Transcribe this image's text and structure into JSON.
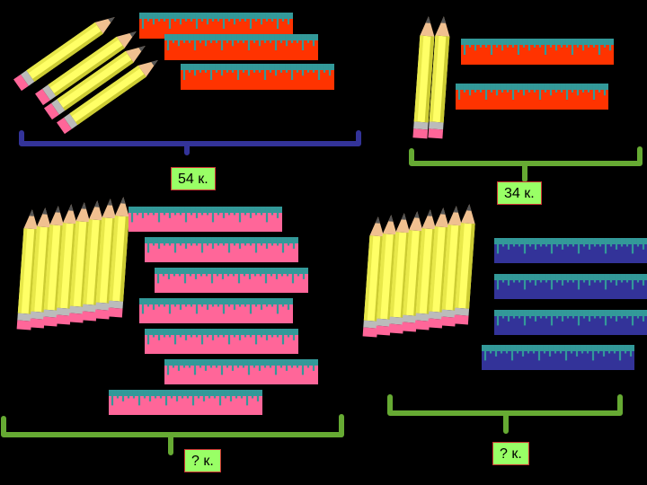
{
  "title": "",
  "colors": {
    "background": "#000000",
    "pencil_body": "#ffff66",
    "pencil_stripe": "#cccc33",
    "pencil_wood": "#f0c090",
    "pencil_lead": "#555555",
    "eraser": "#ff6699",
    "ferrule": "#bbbbbb",
    "ruler_red": "#ff3300",
    "ruler_pink": "#ff6699",
    "ruler_navy": "#333399",
    "ruler_ticks": "#339999",
    "brace_navy": "#333399",
    "brace_green": "#66aa33",
    "label_fill": "#99ff66",
    "label_border": "#cc3333"
  },
  "groups": [
    {
      "id": "top-left",
      "pencils": 4,
      "rulers": 3,
      "ruler_color": "red",
      "brace_color": "navy",
      "label": "54 к."
    },
    {
      "id": "top-right",
      "pencils": 2,
      "rulers": 2,
      "ruler_color": "red",
      "brace_color": "green",
      "label": "34 к."
    },
    {
      "id": "bottom-left",
      "pencils": 8,
      "rulers": 7,
      "ruler_color": "pink",
      "brace_color": "green",
      "label": "? к."
    },
    {
      "id": "bottom-right",
      "pencils": 8,
      "rulers": 4,
      "ruler_color": "navy",
      "brace_color": "green",
      "label": "? к."
    }
  ]
}
